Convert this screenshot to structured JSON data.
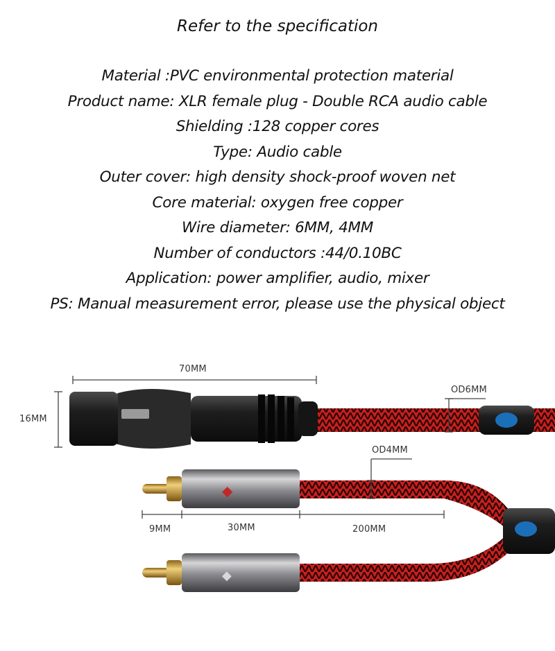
{
  "heading": "Refer to the specification",
  "specs": [
    "Material :PVC environmental protection material",
    "Product name: XLR female plug - Double RCA audio cable",
    "Shielding :128 copper cores",
    "Type: Audio cable",
    "Outer cover: high density shock-proof woven net",
    "Core material: oxygen free copper",
    "Wire diameter: 6MM, 4MM",
    "Number of conductors :44/0.10BC",
    "Application: power amplifier, audio, mixer",
    "PS: Manual measurement error, please use the physical object"
  ],
  "dimensions": {
    "xlr_length": "70MM",
    "xlr_height": "16MM",
    "outer_diameter_main": "OD6MM",
    "outer_diameter_branch": "OD4MM",
    "rca_tip": "9MM",
    "rca_body": "30MM",
    "branch_length": "200MM"
  },
  "colors": {
    "cable_red": "#c8201e",
    "cable_dark": "#3a0b0b",
    "connector_black": "#1b1b1b",
    "rca_metal": "#8a8a8e",
    "gold": "#c89a3a",
    "accent_blue": "#1b6fb8"
  }
}
